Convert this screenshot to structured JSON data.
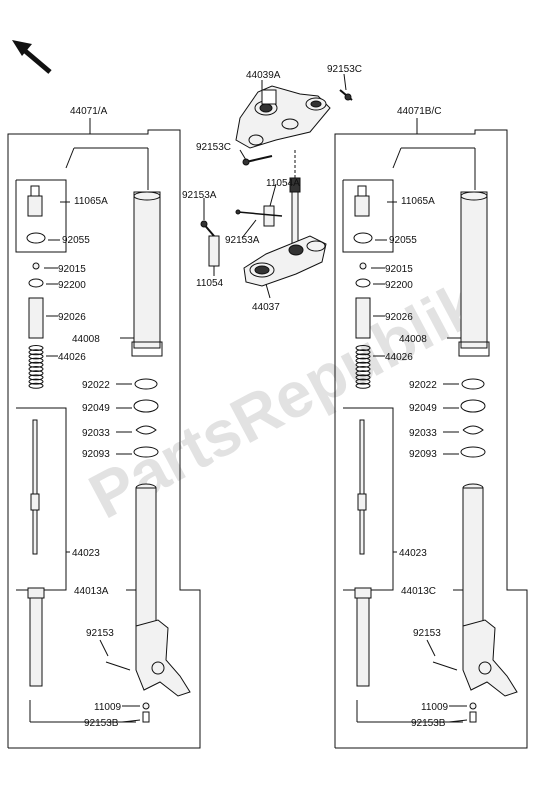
{
  "watermark": "PartsRepublik",
  "colors": {
    "line": "#111111",
    "part_fill": "#f2f2f2",
    "part_dark": "#333333",
    "watermark": "#e2e2e2"
  },
  "top_assembly": {
    "labels": {
      "upper_bracket": "44039A",
      "upper_bolt": "92153C",
      "stem_bolt": "92153C",
      "stem_clamp_bolt": "92153A",
      "stem_bracket": "11054A",
      "pin_bolt": "92153A",
      "clamp_bracket": "11054",
      "lower_bracket": "44037"
    }
  },
  "left_fork": {
    "assembly": "44071/A",
    "labels": {
      "cap": "11065A",
      "oring": "92055",
      "nut": "92015",
      "washer": "92200",
      "collar": "92026",
      "outer_tube": "44008",
      "spring": "44026",
      "seal_ring": "92022",
      "oil_seal": "92049",
      "circlip": "92033",
      "bushing": "92093",
      "cartridge": "44023",
      "inner_tube": "44013A",
      "axle_bolt": "92153",
      "bleeder": "11009",
      "bottom_bolt": "92153B"
    }
  },
  "right_fork": {
    "assembly": "44071B/C",
    "labels": {
      "cap": "11065A",
      "oring": "92055",
      "nut": "92015",
      "washer": "92200",
      "collar": "92026",
      "outer_tube": "44008",
      "spring": "44026",
      "seal_ring": "92022",
      "oil_seal": "92049",
      "circlip": "92033",
      "bushing": "92093",
      "cartridge": "44023",
      "inner_tube": "44013C",
      "axle_bolt": "92153",
      "bleeder": "11009",
      "bottom_bolt": "92153B"
    }
  }
}
